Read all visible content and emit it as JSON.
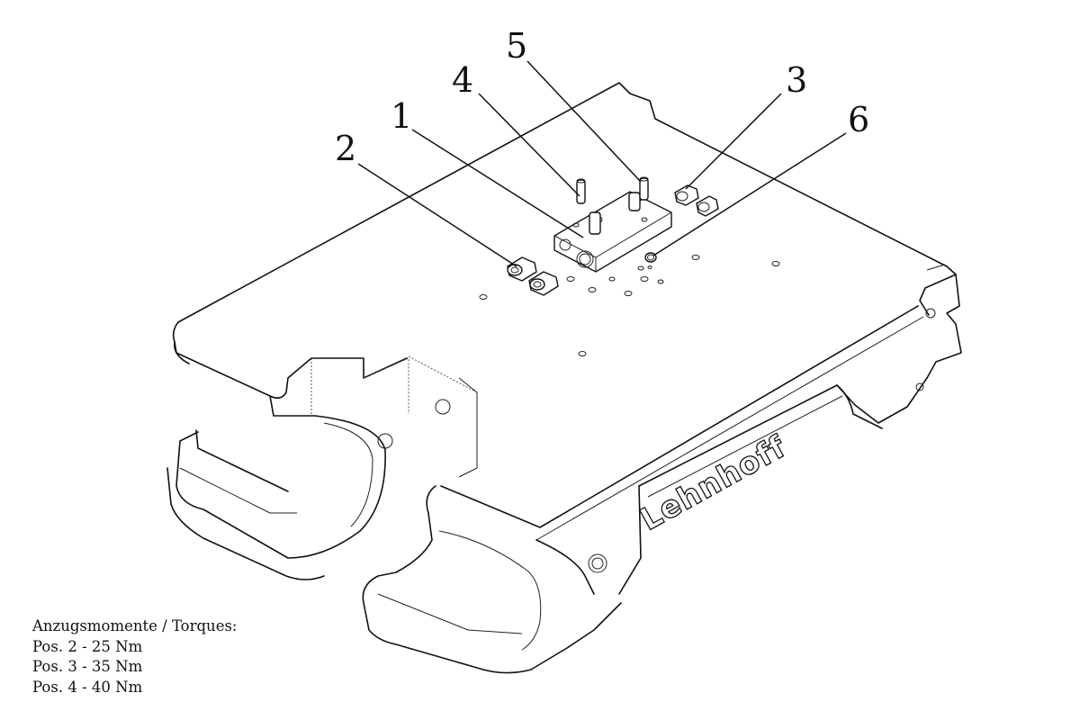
{
  "callouts": [
    "1",
    "2",
    "3",
    "4",
    "5",
    "6"
  ],
  "brand_engraving": "Lehnhoff",
  "notes": {
    "heading": "Anzugsmomente / Torques:",
    "lines": [
      "Pos. 2 - 25 Nm",
      "Pos. 3 - 35 Nm",
      "Pos. 4 - 40 Nm"
    ]
  }
}
